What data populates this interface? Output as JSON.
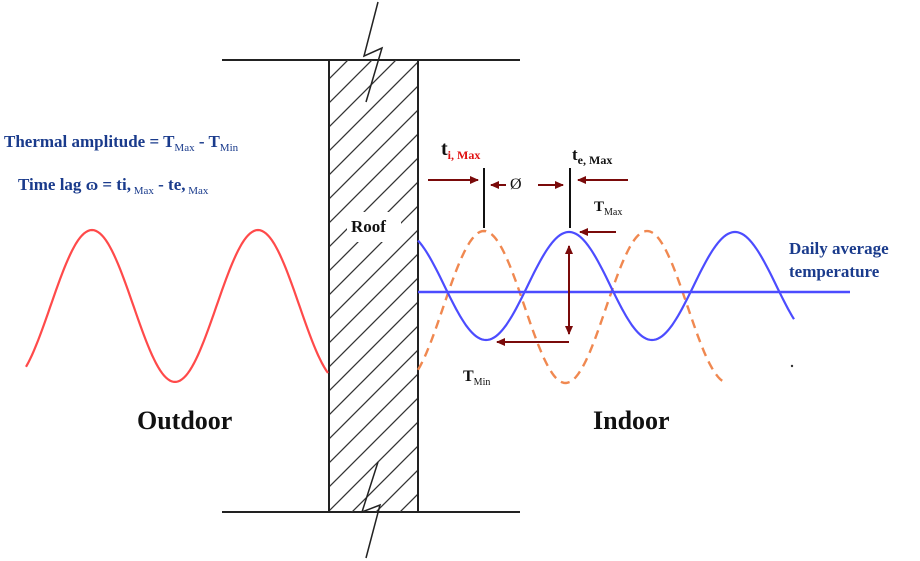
{
  "formulas": {
    "thermal_amplitude": {
      "prefix": "Thermal amplitude = T",
      "sub_max": "Max",
      "mid": " - T",
      "sub_min": "Min"
    },
    "time_lag": {
      "prefix": "Time lag ",
      "symbol": "ɷ",
      "mid1": " = ti,",
      "sub1": " Max",
      "mid2": " - te,",
      "sub2": " Max"
    }
  },
  "labels": {
    "roof": "Roof",
    "outdoor": "Outdoor",
    "indoor": "Indoor",
    "daily_average_line1": "Daily average",
    "daily_average_line2": "temperature",
    "phase_symbol": "Ø",
    "ti_max": {
      "main": "t",
      "sub": "i, Max"
    },
    "te_max": {
      "main": "t",
      "sub": "e, Max"
    },
    "t_max": {
      "main": "T",
      "sub": "Max"
    },
    "t_min": {
      "main": "T",
      "sub": "Min"
    }
  },
  "colors": {
    "outdoor_wave": "#ff4a4a",
    "indoor_wave": "#4c4cff",
    "dashed_wave": "#f08850",
    "annotation_arrow": "#7a0a0a",
    "formula_text": "#1a3b8c",
    "wall_hatch": "#333333"
  }
}
